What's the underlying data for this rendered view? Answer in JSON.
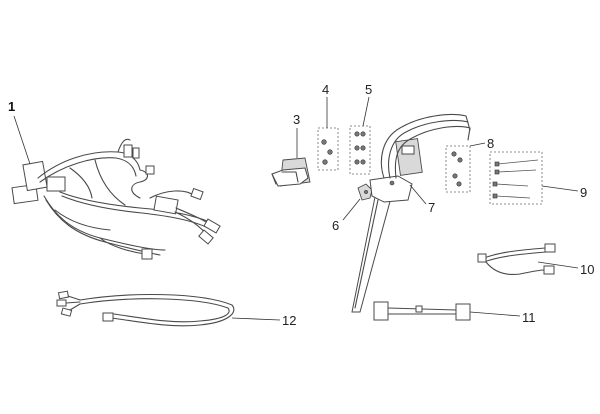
{
  "callouts": [
    {
      "id": "1",
      "label": "1"
    },
    {
      "id": "3",
      "label": "3"
    },
    {
      "id": "4",
      "label": "4"
    },
    {
      "id": "5",
      "label": "5"
    },
    {
      "id": "6",
      "label": "6"
    },
    {
      "id": "7",
      "label": "7"
    },
    {
      "id": "8",
      "label": "8"
    },
    {
      "id": "9",
      "label": "9"
    },
    {
      "id": "10",
      "label": "10"
    },
    {
      "id": "11",
      "label": "11"
    },
    {
      "id": "12",
      "label": "12"
    }
  ]
}
